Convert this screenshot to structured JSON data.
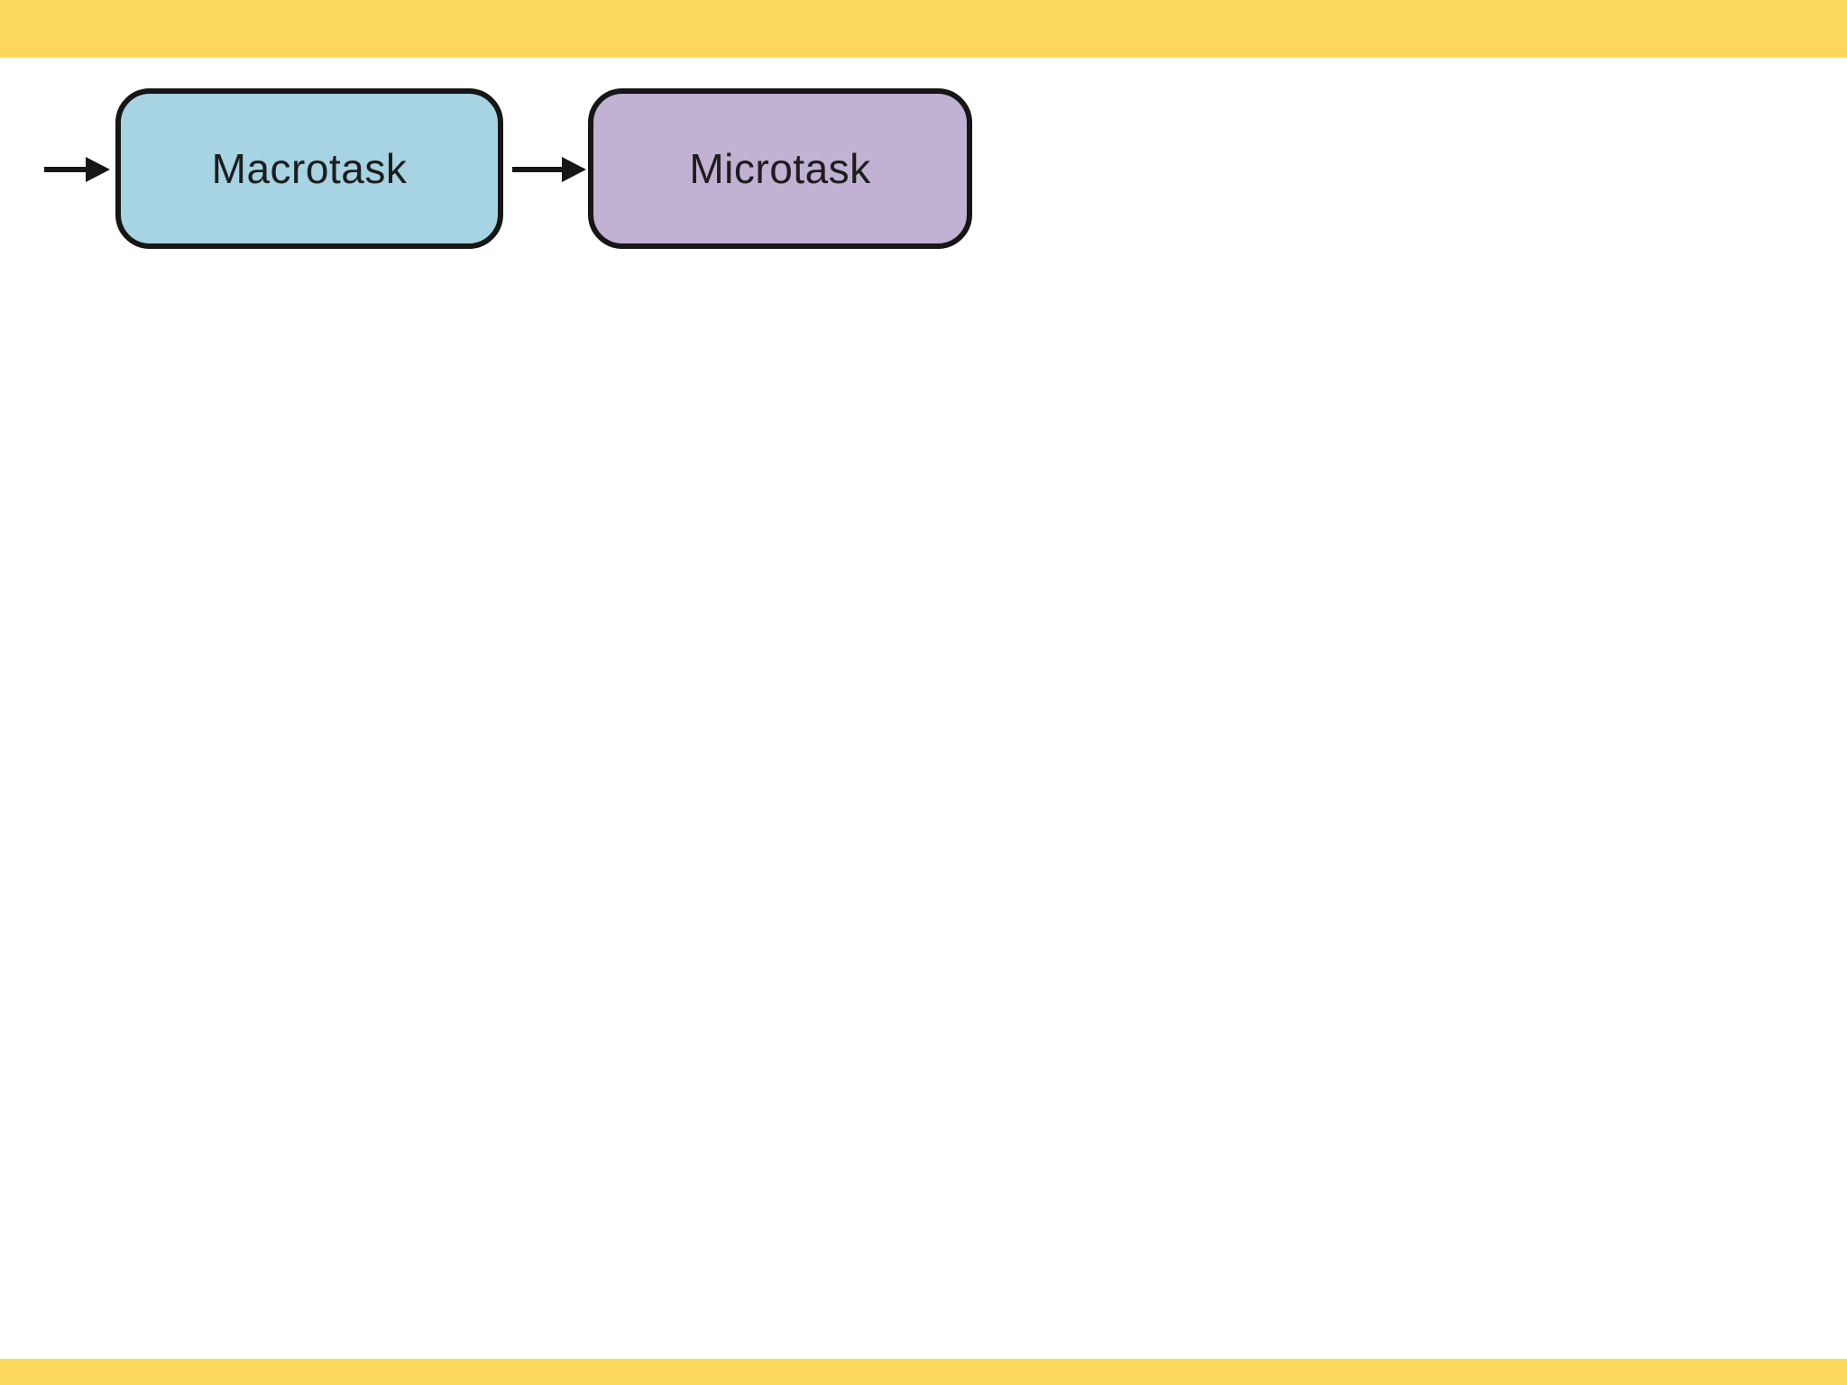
{
  "slide": {
    "background_color": "#ffffff",
    "top_bar_color": "#fbd85c",
    "bottom_bar_color": "#fbd85c"
  },
  "diagram": {
    "stroke_color": "#161616",
    "text_color": "#1d1d1d",
    "nodes": [
      {
        "id": "macrotask",
        "label": "Macrotask",
        "fill_color": "#a6d4e2"
      },
      {
        "id": "microtask",
        "label": "Microtask",
        "fill_color": "#c1b1d2"
      }
    ],
    "edges": [
      {
        "id": "entry-to-macrotask",
        "to": "Macrotask",
        "style": "arrow-right"
      },
      {
        "id": "macrotask-to-microtask",
        "from": "Macrotask",
        "to": "Microtask",
        "style": "arrow-right"
      }
    ]
  }
}
